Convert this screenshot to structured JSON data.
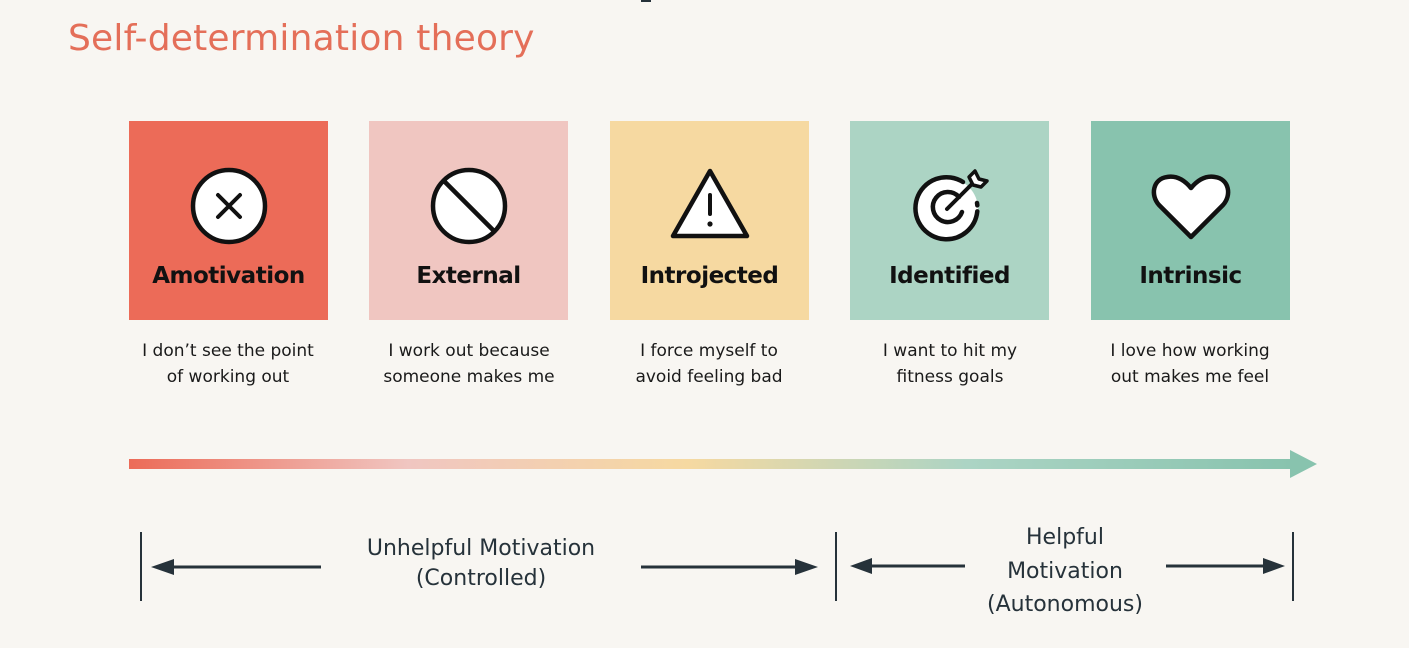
{
  "header": {
    "subtitle": "Self-determination theory"
  },
  "colors": {
    "accent": "#e46f59",
    "amotivation": "#ec6b58",
    "external": "#f0c6c1",
    "introjected": "#f6d9a1",
    "identified": "#acd4c4",
    "intrinsic": "#88c3ae",
    "line": "#26323a",
    "background": "#f8f6f2"
  },
  "stages": [
    {
      "label": "Amotivation",
      "icon": "x-circle-icon",
      "description": [
        "I don’t see the point",
        "of working out"
      ]
    },
    {
      "label": "External",
      "icon": "prohibited-icon",
      "description": [
        "I work out because",
        "someone makes me"
      ]
    },
    {
      "label": "Introjected",
      "icon": "warning-triangle-icon",
      "description": [
        "I force myself to",
        "avoid feeling bad"
      ]
    },
    {
      "label": "Identified",
      "icon": "target-dart-icon",
      "description": [
        "I want to hit my",
        "fitness goals"
      ]
    },
    {
      "label": "Intrinsic",
      "icon": "heart-icon",
      "description": [
        "I love how working",
        "out makes me feel"
      ]
    }
  ],
  "ranges": {
    "unhelpful": {
      "line1": "Unhelpful Motivation",
      "line2": "(Controlled)"
    },
    "helpful": {
      "line1": "Helpful",
      "line2": "Motivation",
      "line3": "(Autonomous)"
    }
  }
}
